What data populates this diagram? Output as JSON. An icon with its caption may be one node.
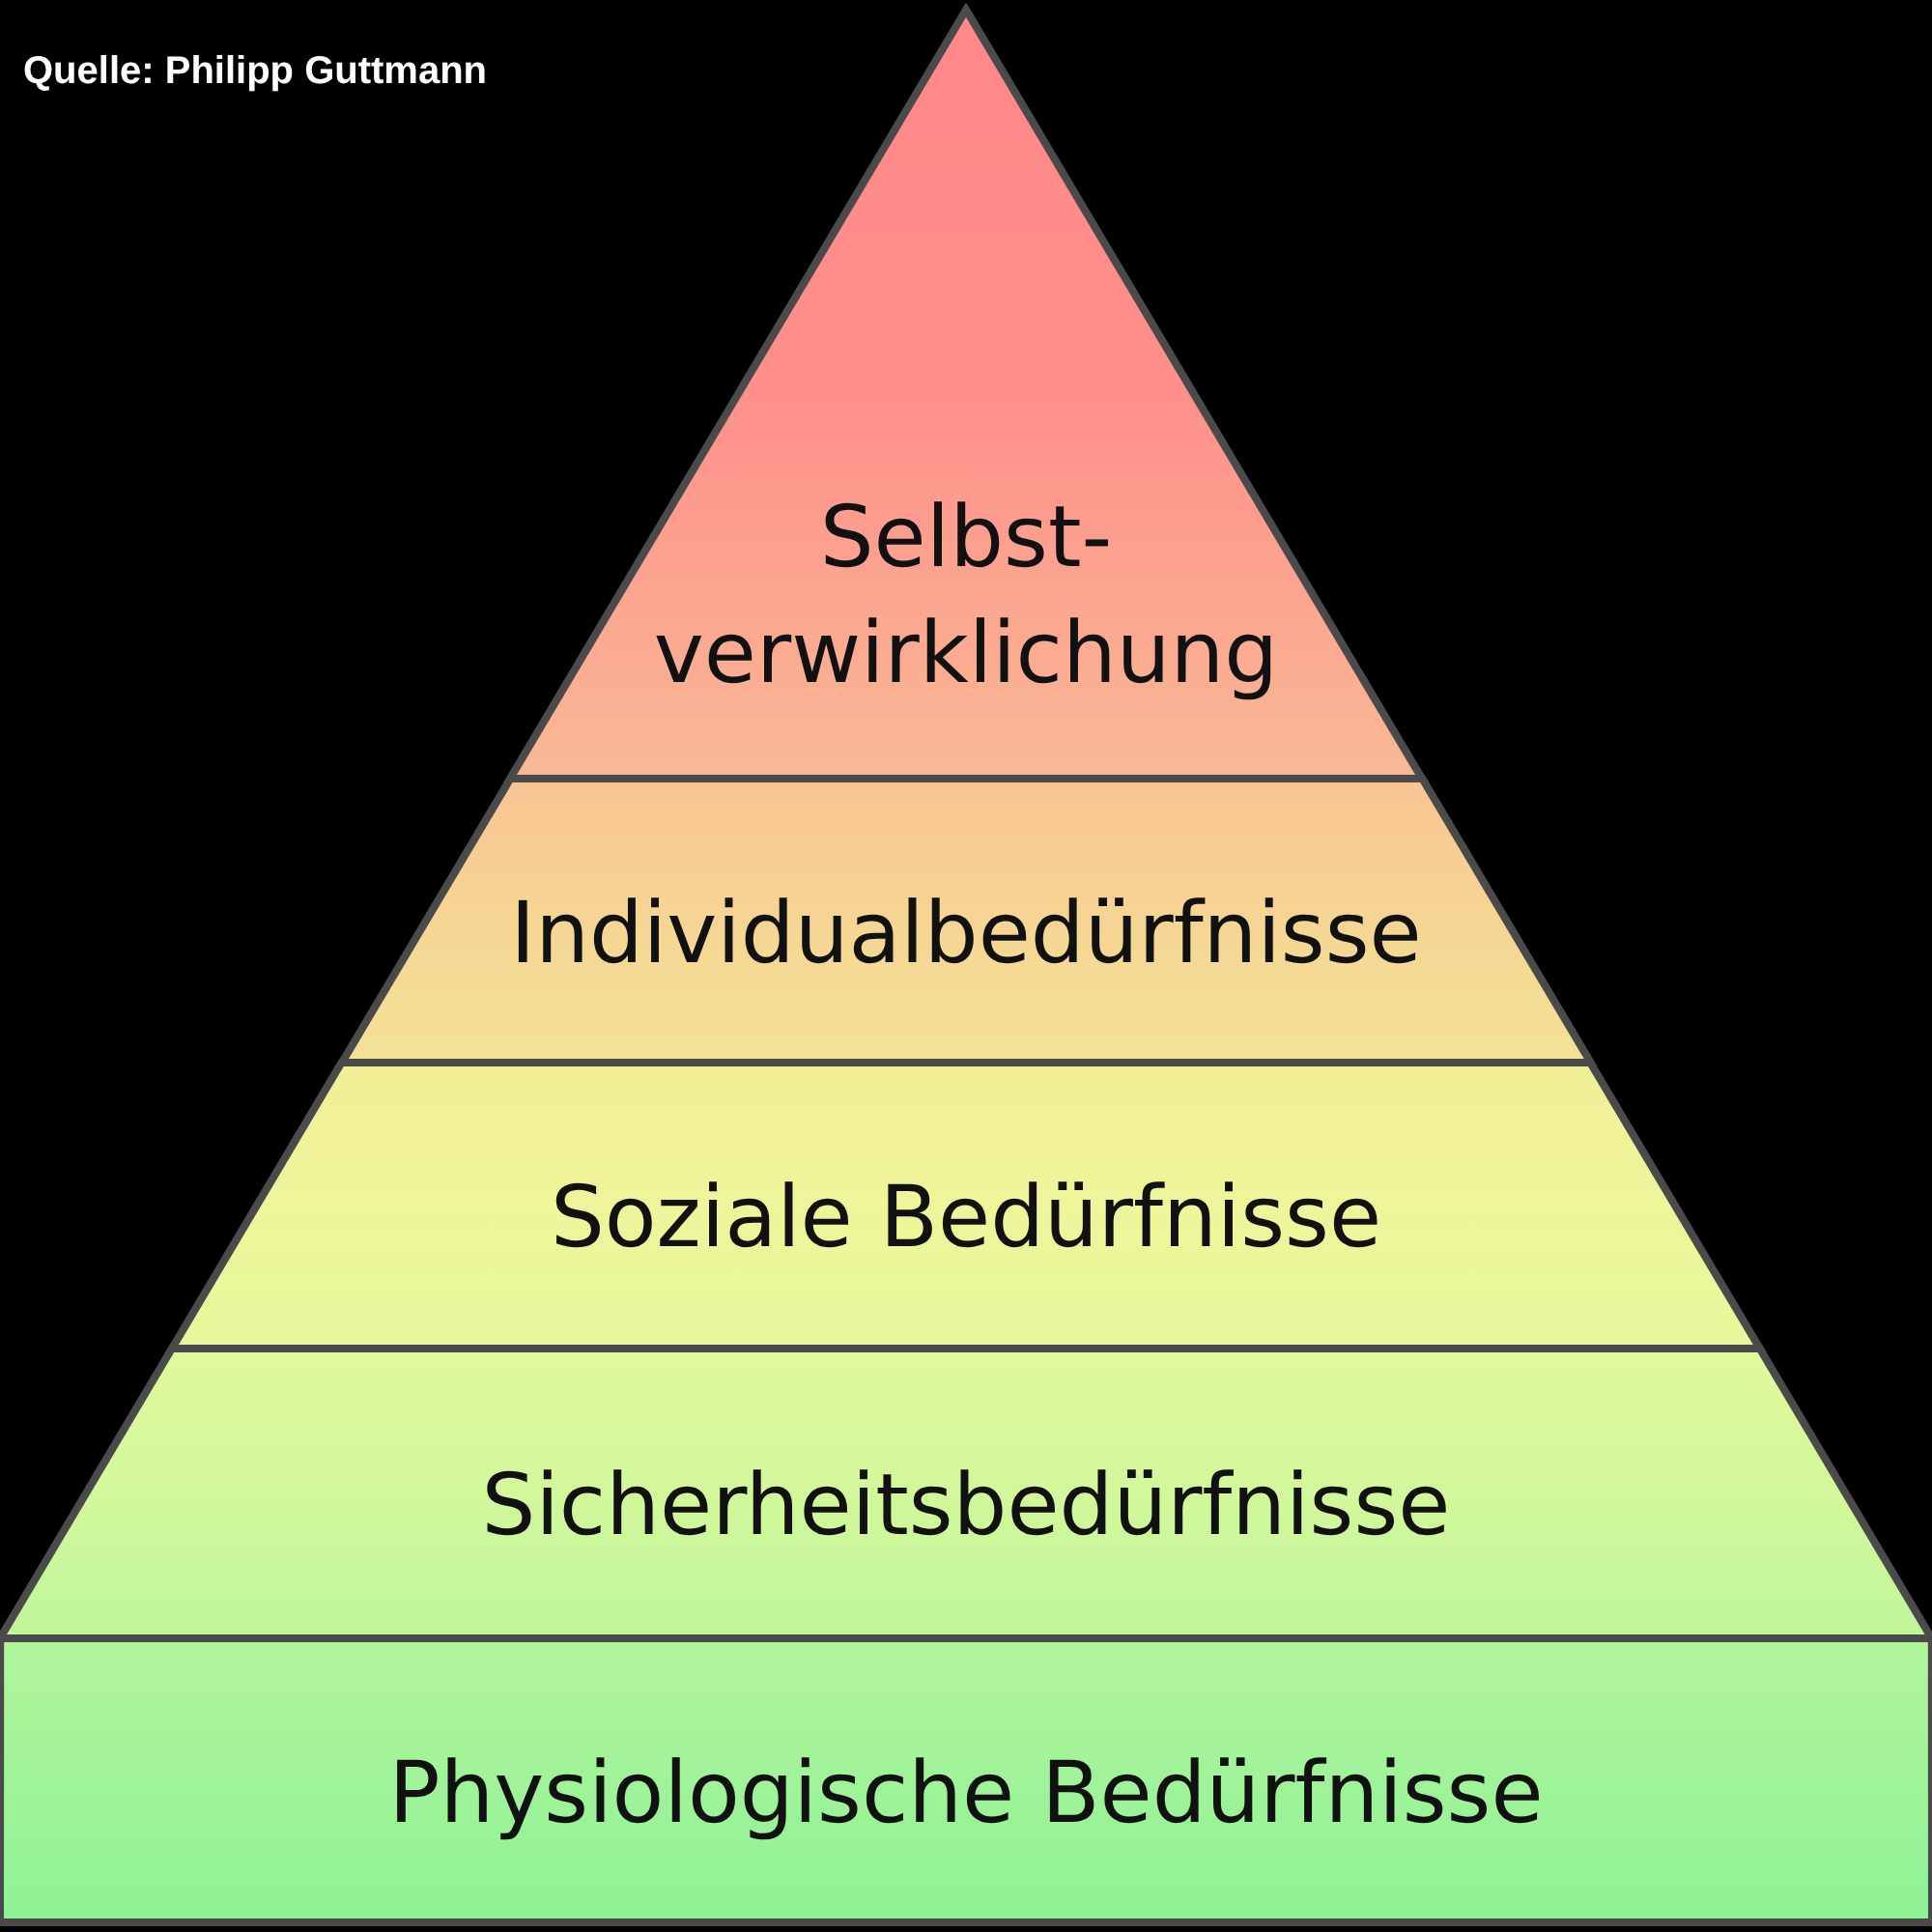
{
  "diagram": {
    "nodes": [
      {
        "text": [
          "Selbst- verwirklichung"
        ]
      },
      {
        "text": [
          "Individualbedürfnisse"
        ]
      },
      {
        "text": [
          "Soziale Bedürfnisse"
        ]
      },
      {
        "text": [
          "Sicherheitsbedürfnisse"
        ]
      },
      {
        "text": [
          "Physiologische Bedürfnisse"
        ]
      }
    ],
    "labels": [
      "Quelle: Philipp Guttmann"
    ]
  }
}
